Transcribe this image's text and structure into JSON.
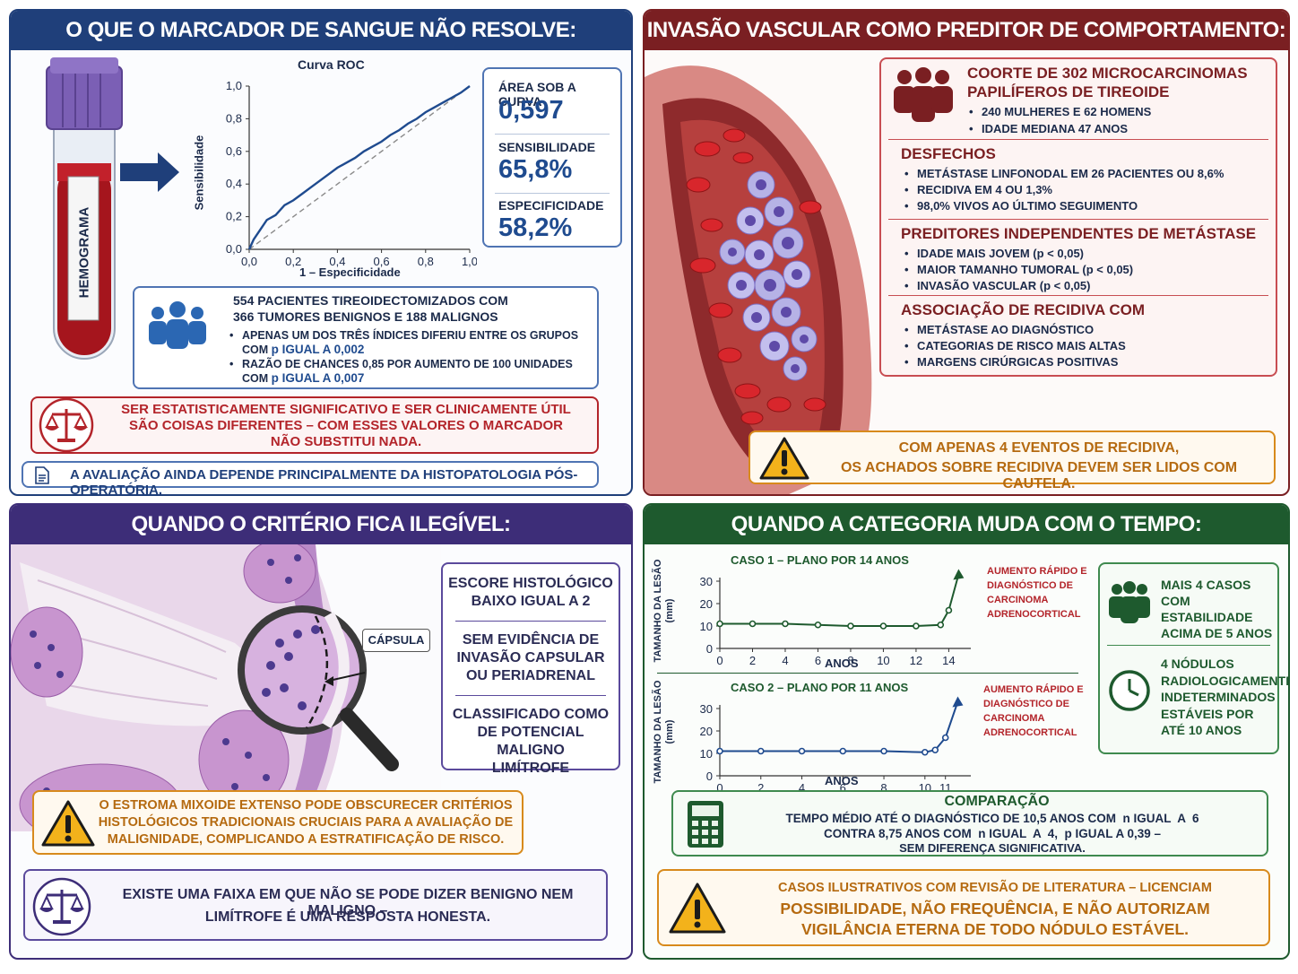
{
  "panel1": {
    "title": "O QUE O MARCADOR DE SANGUE NÃO RESOLVE:",
    "tube_label": "HEMOGRAMA",
    "roc": {
      "title": "Curva ROC",
      "ylabel": "Sensibilidade",
      "xlabel": "1 – Especificidade",
      "ticks": [
        "0,0",
        "0,2",
        "0,4",
        "0,6",
        "0,8",
        "1,0"
      ]
    },
    "stats": [
      {
        "label": "ÁREA SOB A CURVA",
        "value": "0,597"
      },
      {
        "label": "SENSIBILIDADE",
        "value": "65,8%"
      },
      {
        "label": "ESPECIFICIDADE",
        "value": "58,2%"
      }
    ],
    "cohort": {
      "line1": "554 PACIENTES TIREOIDECTOMIZADOS COM",
      "line2": "366 TUMORES BENIGNOS E 188 MALIGNOS",
      "b1a": "APENAS UM DOS TRÊS ÍNDICES DIFERIU ENTRE OS GRUPOS",
      "b1b": "COM ",
      "b1c": "p IGUAL A 0,002",
      "b2a": "RAZÃO DE CHANCES 0,85 POR AUMENTO DE 100 UNIDADES",
      "b2b": "COM ",
      "b2c": "p IGUAL A 0,007"
    },
    "warning": {
      "l1": "SER ESTATISTICAMENTE SIGNIFICATIVO E SER CLINICAMENTE ÚTIL",
      "l2": "SÃO COISAS DIFERENTES – COM ESSES VALORES O MARCADOR",
      "l3": "NÃO SUBSTITUI NADA."
    },
    "footer": "A AVALIAÇÃO AINDA DEPENDE PRINCIPALMENTE DA HISTOPATOLOGIA PÓS-OPERATÓRIA."
  },
  "panel2": {
    "title": "INVASÃO VASCULAR COMO PREDITOR DE COMPORTAMENTO:",
    "cohort_title1": "COORTE DE 302 MICROCARCINOMAS",
    "cohort_title2": "PAPILÍFEROS DE TIREOIDE",
    "cohort_items": [
      "240 MULHERES E 62 HOMENS",
      "IDADE MEDIANA 47 ANOS"
    ],
    "sections": [
      {
        "title": "DESFECHOS",
        "items": [
          "METÁSTASE LINFONODAL EM 26 PACIENTES OU 8,6%",
          "RECIDIVA EM 4 OU 1,3%",
          "98,0% VIVOS AO ÚLTIMO SEGUIMENTO"
        ]
      },
      {
        "title": "PREDITORES INDEPENDENTES DE METÁSTASE",
        "items": [
          "IDADE MAIS JOVEM (p < 0,05)",
          "MAIOR TAMANHO TUMORAL (p < 0,05)",
          "INVASÃO VASCULAR (p < 0,05)"
        ]
      },
      {
        "title": "ASSOCIAÇÃO DE RECIDIVA COM",
        "items": [
          "METÁSTASE AO DIAGNÓSTICO",
          "CATEGORIAS DE RISCO MAIS ALTAS",
          "MARGENS CIRÚRGICAS POSITIVAS"
        ]
      }
    ],
    "warning": {
      "l1": "COM APENAS 4 EVENTOS DE RECIDIVA,",
      "l2": "OS ACHADOS SOBRE RECIDIVA DEVEM SER LIDOS COM CAUTELA."
    }
  },
  "panel3": {
    "title": "QUANDO O CRITÉRIO FICA ILEGÍVEL:",
    "capsule_label": "CÁPSULA",
    "criteria": [
      {
        "l1": "ESCORE HISTOLÓGICO",
        "l2": "BAIXO IGUAL A 2",
        "l3": ""
      },
      {
        "l1": "SEM EVIDÊNCIA DE",
        "l2": "INVASÃO CAPSULAR",
        "l3": "OU PERIADRENAL"
      },
      {
        "l1": "CLASSIFICADO COMO",
        "l2": "DE POTENCIAL MALIGNO",
        "l3": "LIMÍTROFE"
      }
    ],
    "warning": {
      "l1": "O ESTROMA MIXOIDE EXTENSO PODE OBSCURECER CRITÉRIOS",
      "l2": "HISTOLÓGICOS TRADICIONAIS CRUCIAIS PARA A AVALIAÇÃO DE",
      "l3": "MALIGNIDADE, COMPLICANDO A ESTRATIFICAÇÃO DE RISCO."
    },
    "note": {
      "l1": "EXISTE UMA FAIXA EM QUE NÃO SE PODE DIZER BENIGNO NEM MALIGNO –",
      "l2": "LIMÍTROFE É UMA RESPOSTA HONESTA."
    }
  },
  "panel4": {
    "title": "QUANDO A CATEGORIA MUDA COM O TEMPO:",
    "ylabel": "TAMANHO DA LESÃO",
    "yunit": "(mm)",
    "xlabel": "ANOS",
    "annotation": {
      "l1": "AUMENTO RÁPIDO E",
      "l2": "DIAGNÓSTICO DE",
      "l3": "CARCINOMA",
      "l4": "ADRENOCORTICAL"
    },
    "side": {
      "s1": [
        "MAIS 4 CASOS",
        "COM ESTABILIDADE",
        "ACIMA DE 5 ANOS"
      ],
      "s2": [
        "4 NÓDULOS",
        "RADIOLOGICAMENTE",
        "INDETERMINADOS",
        "ESTÁVEIS POR",
        "ATÉ 10 ANOS"
      ]
    },
    "comparison": {
      "title": "COMPARAÇÃO",
      "l1": "TEMPO MÉDIO ATÉ O DIAGNÓSTICO DE 10,5 ANOS COM  n IGUAL  A  6",
      "l2": "CONTRA 8,75 ANOS COM  n IGUAL  A  4,  p IGUAL A 0,39 –",
      "l3": "SEM DIFERENÇA SIGNIFICATIVA."
    },
    "warning": {
      "l1": "CASOS ILUSTRATIVOS COM REVISÃO DE LITERATURA – LICENCIAM",
      "l2": "POSSIBILIDADE, NÃO FREQUÊNCIA, E NÃO AUTORIZAM",
      "l3": "VIGILÂNCIA ETERNA DE TODO NÓDULO ESTÁVEL."
    }
  },
  "colors": {
    "navy": "#1f3f7a",
    "maroon": "#7a1f22",
    "purple": "#3d2d78",
    "green": "#1e5a2e",
    "red": "#b3242a",
    "orange": "#d88a1c"
  },
  "chart_data": [
    {
      "type": "line",
      "title": "Curva ROC",
      "xlabel": "1 – Especificidade",
      "ylabel": "Sensibilidade",
      "xlim": [
        0,
        1
      ],
      "ylim": [
        0,
        1
      ],
      "series": [
        {
          "x": [
            0,
            0.02,
            0.05,
            0.08,
            0.12,
            0.16,
            0.2,
            0.24,
            0.28,
            0.32,
            0.36,
            0.4,
            0.44,
            0.48,
            0.52,
            0.56,
            0.6,
            0.64,
            0.68,
            0.72,
            0.76,
            0.8,
            0.84,
            0.88,
            0.92,
            0.96,
            1.0
          ],
          "y": [
            0,
            0.06,
            0.12,
            0.18,
            0.21,
            0.27,
            0.3,
            0.34,
            0.38,
            0.42,
            0.46,
            0.5,
            0.53,
            0.56,
            0.6,
            0.63,
            0.66,
            0.7,
            0.73,
            0.77,
            0.8,
            0.84,
            0.87,
            0.9,
            0.93,
            0.96,
            1.0
          ]
        }
      ]
    },
    {
      "type": "line",
      "title": "CASO 1 – PLANO POR 14 ANOS",
      "xlabel": "ANOS",
      "ylabel": "TAMANHO DA LESÃO",
      "xticks": [
        0,
        2,
        4,
        6,
        8,
        10,
        12,
        14
      ],
      "yticks": [
        0,
        10,
        20,
        30
      ],
      "xlim": [
        0,
        14.8
      ],
      "ylim": [
        0,
        30
      ],
      "series": [
        {
          "x": [
            0,
            2,
            4,
            6,
            8,
            10,
            12,
            13.5,
            14,
            14.6
          ],
          "y": [
            11,
            11,
            11,
            10.5,
            10,
            10,
            10,
            10.5,
            17,
            33
          ]
        }
      ]
    },
    {
      "type": "line",
      "title": "CASO 2 – PLANO POR 11 ANOS",
      "xlabel": "ANOS",
      "ylabel": "TAMANHO DA LESÃO",
      "xticks": [
        0,
        2,
        4,
        6,
        8,
        10,
        11
      ],
      "yticks": [
        0,
        10,
        20,
        30
      ],
      "xlim": [
        0,
        11.8
      ],
      "ylim": [
        0,
        30
      ],
      "series": [
        {
          "x": [
            0,
            2,
            4,
            6,
            8,
            10,
            10.5,
            11,
            11.6
          ],
          "y": [
            11,
            11,
            11,
            11,
            11,
            10.5,
            11.5,
            17,
            33
          ]
        }
      ]
    }
  ]
}
